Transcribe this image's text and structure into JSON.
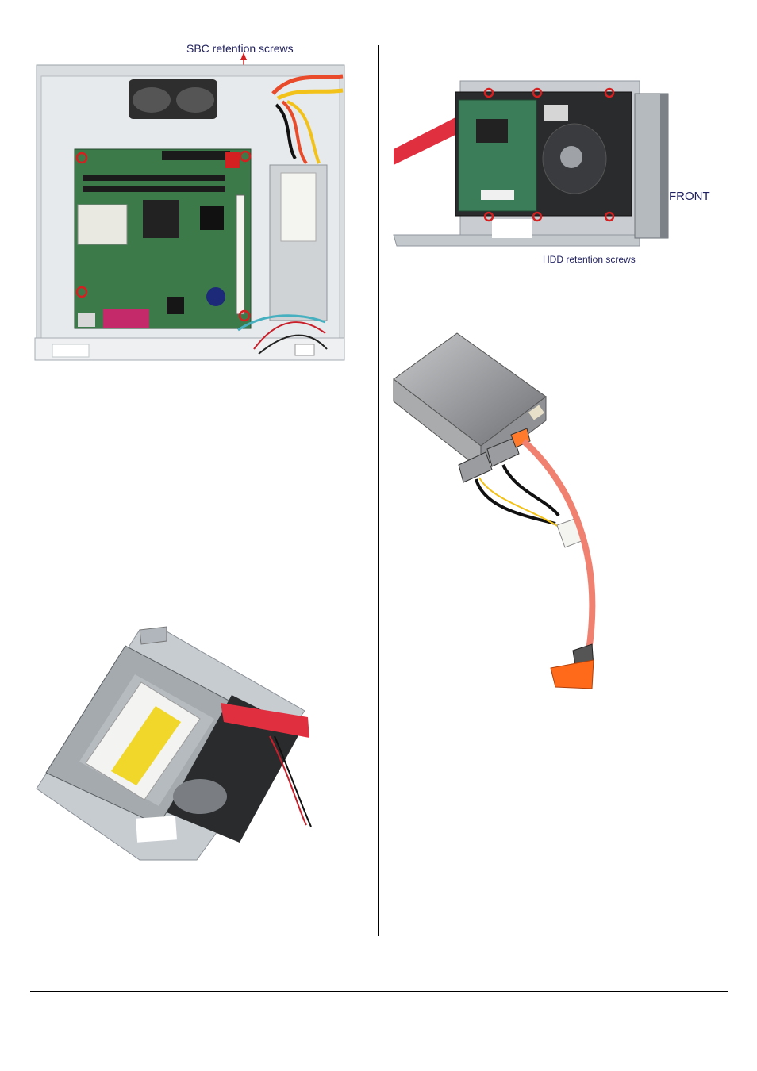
{
  "figures": {
    "chassis": {
      "callout": "SBC retention screws"
    },
    "hdd_bracket": {
      "callout": "HDD retention screws",
      "side_label": "FRONT"
    },
    "sata_drive": {},
    "odd_bracket": {}
  },
  "colors": {
    "callout_text": "#1f1f5f",
    "screw_marker": "#d42020",
    "sata_cable": "#e03040",
    "pcb_green": "#3d7a4a"
  }
}
